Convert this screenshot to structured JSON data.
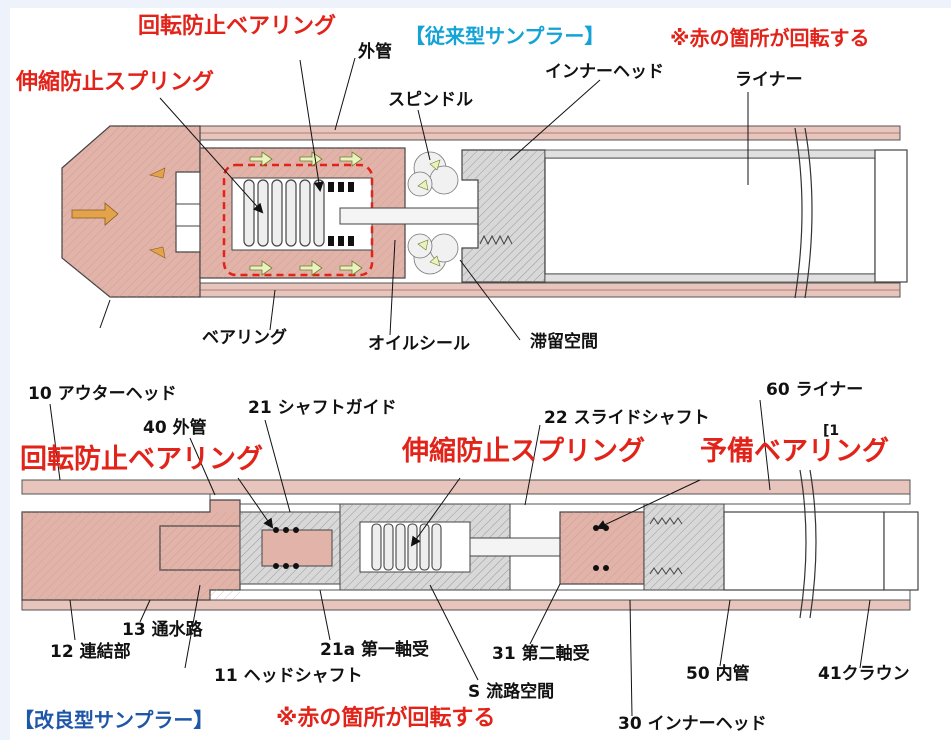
{
  "top": {
    "title": "【従来型サンプラー】",
    "note": "※赤の箇所が回転する",
    "red_labels": {
      "anti_rotation_bearing": "回転防止ベアリング",
      "anti_stretch_spring": "伸縮防止スプリング"
    },
    "labels": {
      "outer_tube": "外管",
      "inner_head": "インナーヘッド",
      "spindle": "スピンドル",
      "liner": "ライナー",
      "bearing": "ベアリング",
      "oil_seal": "オイルシール",
      "stagnant_space": "滞留空間"
    }
  },
  "bottom": {
    "title": "【改良型サンプラー】",
    "note": "※赤の箇所が回転する",
    "red_labels": {
      "anti_rotation_bearing": "回転防止ベアリング",
      "anti_stretch_spring": "伸縮防止スプリング",
      "spare_bearing": "予備ベアリング"
    },
    "labels": {
      "outer_head": "10 アウターヘッド",
      "outer_tube": "40 外管",
      "shaft_guide": "21 シャフトガイド",
      "slide_shaft": "22 スライドシャフト",
      "liner": "60 ライナー",
      "partial": "[1",
      "connection": "12 連結部",
      "water_passage": "13 通水路",
      "head_shaft": "11 ヘッドシャフト",
      "first_bearing": "21a 第一軸受",
      "flow_space": "S 流路空間",
      "second_bearing": "31 第二軸受",
      "inner_tube": "50 内管",
      "crown": "41クラウン",
      "inner_head": "30 インナーヘッド"
    }
  },
  "colors": {
    "red_text": "#e2231a",
    "cyan_text": "#13a3d6",
    "blue_text": "#1f57a8",
    "rotating_part": "#d9a59a"
  }
}
